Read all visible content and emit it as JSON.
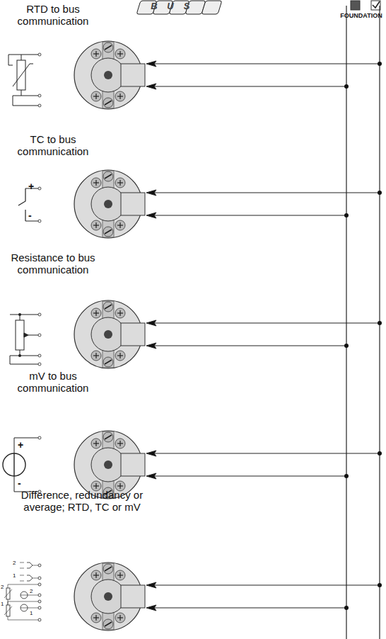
{
  "diagram": {
    "labels": [
      "B",
      "U",
      "S",
      "FOUNDATION",
      "RTD to bus communication",
      "TC to bus communication",
      "+",
      "-",
      "Resistance to bus communication",
      "mV to bus communication",
      "+",
      "-",
      "Difference, redundancy or average; RTD, TC or mV",
      "2",
      "1",
      "2",
      "1",
      "2",
      "1"
    ]
  }
}
